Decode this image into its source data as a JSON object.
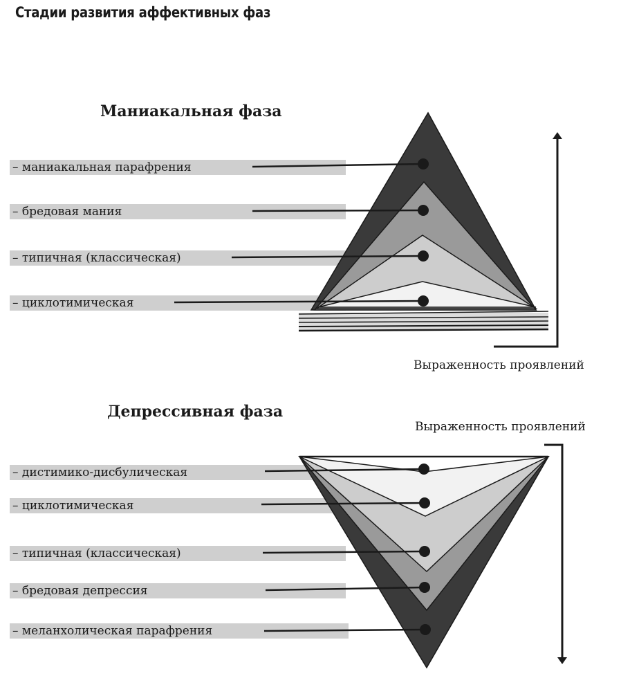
{
  "title": "Стадии развития аффективных фаз",
  "manic": {
    "title": "Маниакальная  фаза",
    "stages": [
      "– маниакальная парафрения",
      "– бредовая мания",
      "– типичная (классическая)",
      "– циклотимическая"
    ],
    "axis_label": "Выраженность проявлений"
  },
  "depressive": {
    "title": "Депрессивная  фаза",
    "stages": [
      "– дистимико-дисбулическая",
      "– циклотимическая",
      "– типичная (классическая)",
      "– бредовая депрессия",
      "– меланхолическая парафрения"
    ],
    "axis_label": "Выраженность проявлений"
  },
  "colors": {
    "layer_dark": "#3a3a3a",
    "layer_mid": "#9a9a9a",
    "layer_light": "#cdcdcd",
    "layer_white": "#f2f2f2",
    "label_band": "#cfcfcf",
    "ink": "#1a1a1a"
  }
}
